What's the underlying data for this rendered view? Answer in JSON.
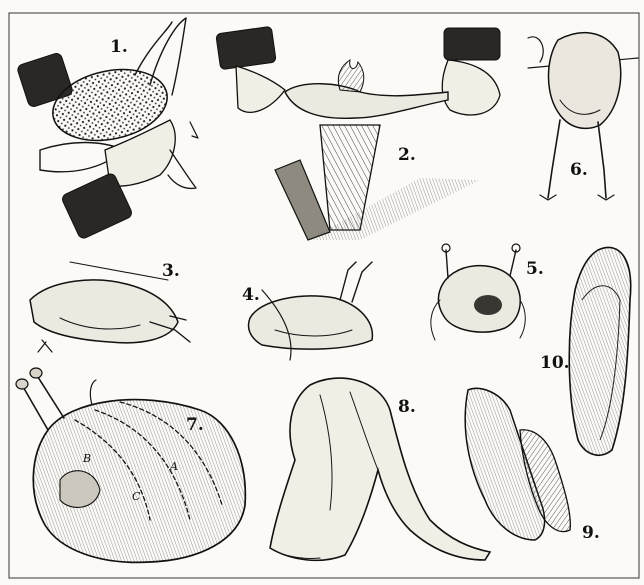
{
  "plate": {
    "figures": [
      {
        "id": "fig1",
        "number": "1.",
        "icon": "plucking-hands-with-bird"
      },
      {
        "id": "fig2",
        "number": "2.",
        "icon": "singeing-bird-over-flame"
      },
      {
        "id": "fig3",
        "number": "3.",
        "icon": "trussed-bird-with-needle"
      },
      {
        "id": "fig4",
        "number": "4.",
        "icon": "bird-trussing-with-string"
      },
      {
        "id": "fig5",
        "number": "5.",
        "icon": "bird-front-view-tied"
      },
      {
        "id": "fig6",
        "number": "6.",
        "icon": "bird-hanging-with-legs"
      },
      {
        "id": "fig7",
        "number": "7.",
        "icon": "dressed-bird-with-dotted-cut-lines"
      },
      {
        "id": "fig8",
        "number": "8.",
        "icon": "boned-bird-skin"
      },
      {
        "id": "fig9",
        "number": "9.",
        "icon": "carcass-pieces"
      },
      {
        "id": "fig10",
        "number": "10.",
        "icon": "slab-of-meat"
      }
    ],
    "fig7_letters": {
      "a": "A",
      "b": "B",
      "c": "C"
    }
  }
}
